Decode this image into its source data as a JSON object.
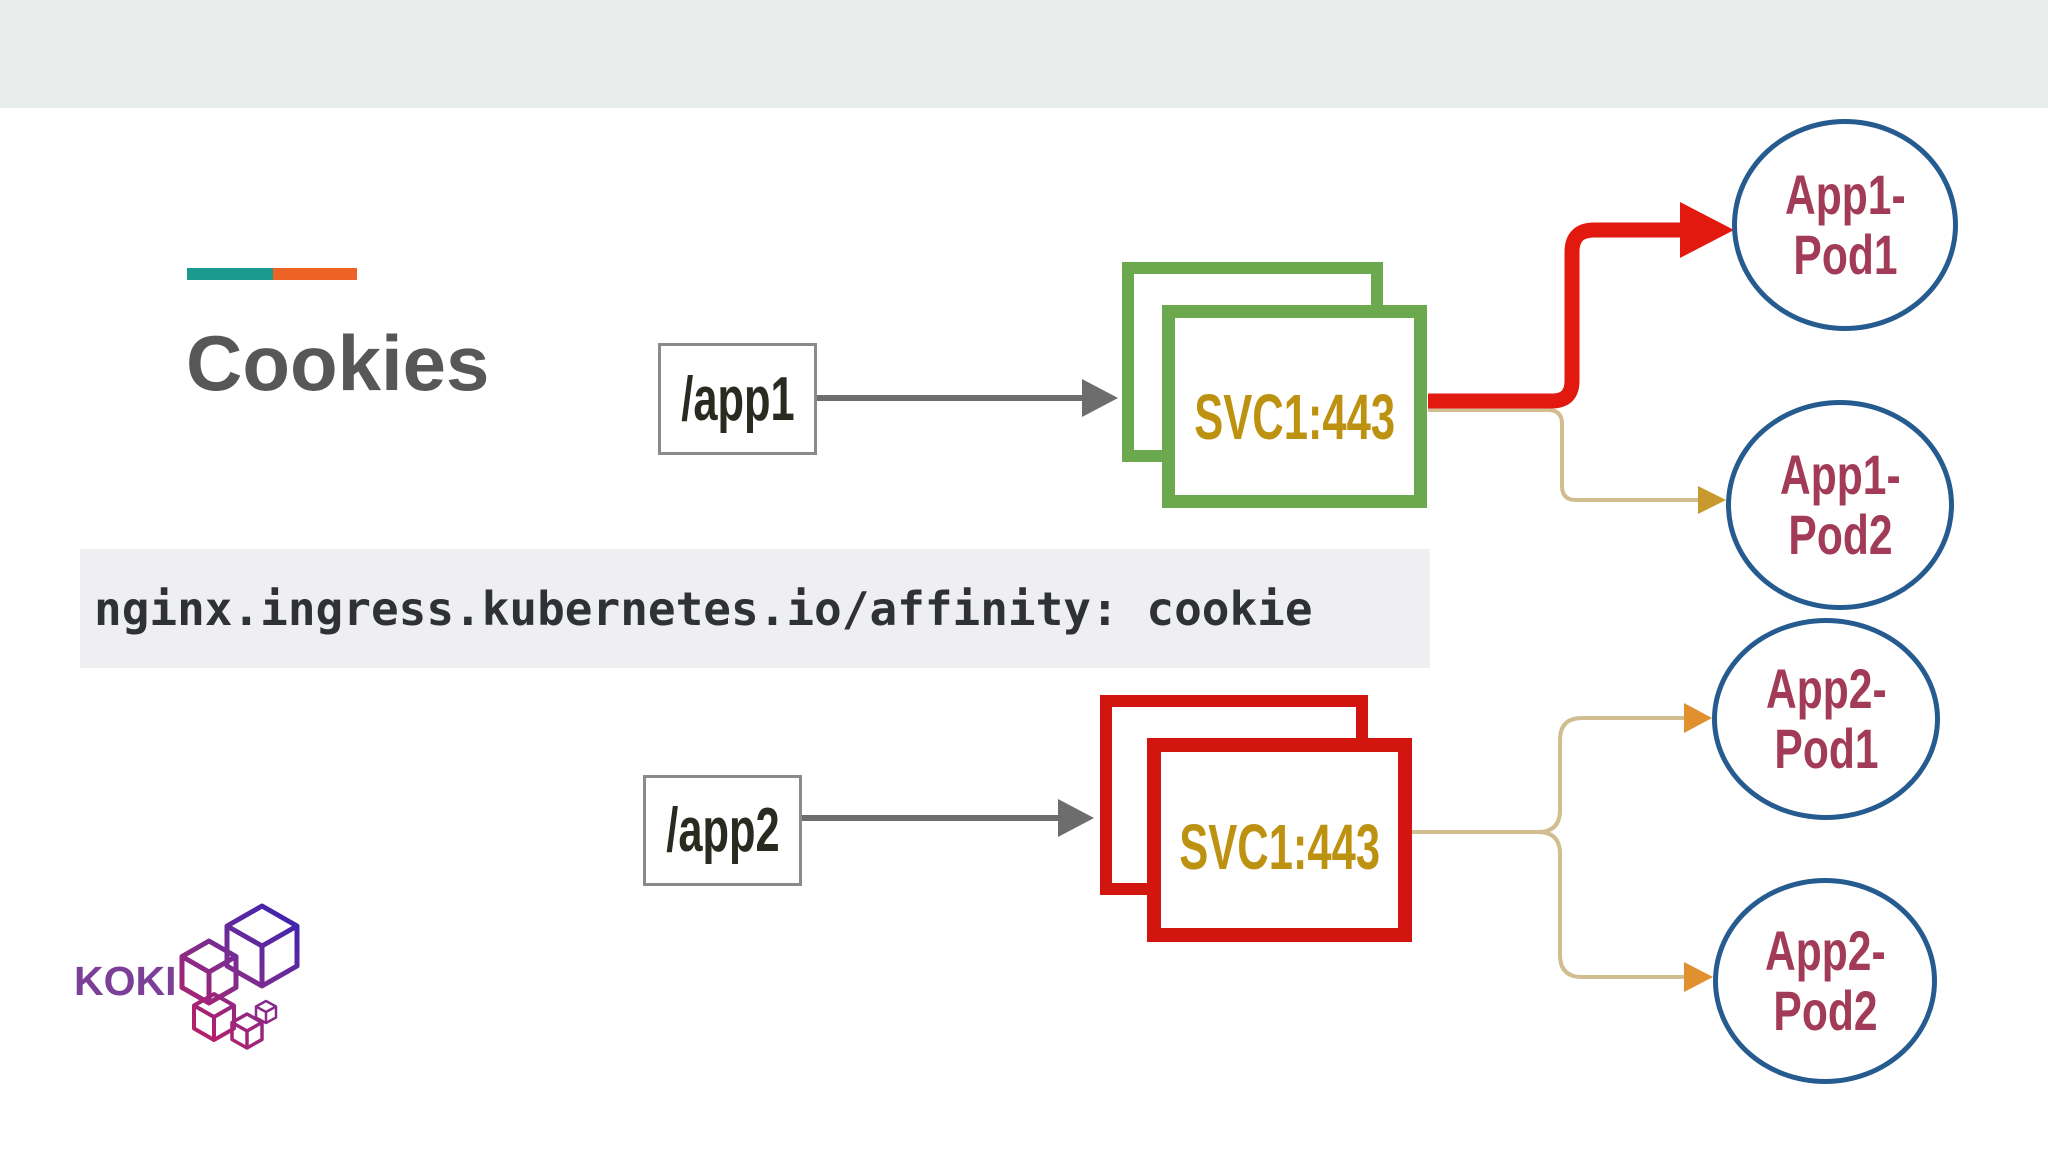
{
  "slide": {
    "title": "Cookies",
    "annotation": "nginx.ingress.kubernetes.io/affinity: cookie",
    "logo_text": "KOKI"
  },
  "diagram": {
    "routes": [
      {
        "label": "/app1"
      },
      {
        "label": "/app2"
      }
    ],
    "services": [
      {
        "label": "SVC1:443",
        "color_name": "green",
        "color": "#6ca94e"
      },
      {
        "label": "SVC1:443",
        "color_name": "red",
        "color": "#d2150f"
      }
    ],
    "pods": [
      {
        "line1": "App1-",
        "line2": "Pod1"
      },
      {
        "line1": "App1-",
        "line2": "Pod2"
      },
      {
        "line1": "App2-",
        "line2": "Pod1"
      },
      {
        "line1": "App2-",
        "line2": "Pod2"
      }
    ]
  },
  "colors": {
    "header_bar": "#e9edec",
    "accent_teal": "#1a9a8e",
    "accent_orange": "#ec6325",
    "title_gray": "#575757",
    "code_background": "#efeef0",
    "code_text": "#2e3236",
    "service_green": "#6ca94e",
    "service_red": "#d2150f",
    "service_label_gold": "#bd9210",
    "pod_border_blue": "#265b90",
    "pod_text_maroon": "#a23b58",
    "thick_arrow_red": "#e2190f",
    "thin_line_tan": "#d2bd90",
    "arrowhead_gold": "#c8992f",
    "arrowhead_orange": "#e0902e",
    "gray_arrow": "#6d6d6d",
    "logo_purple": "#7b3f98"
  }
}
